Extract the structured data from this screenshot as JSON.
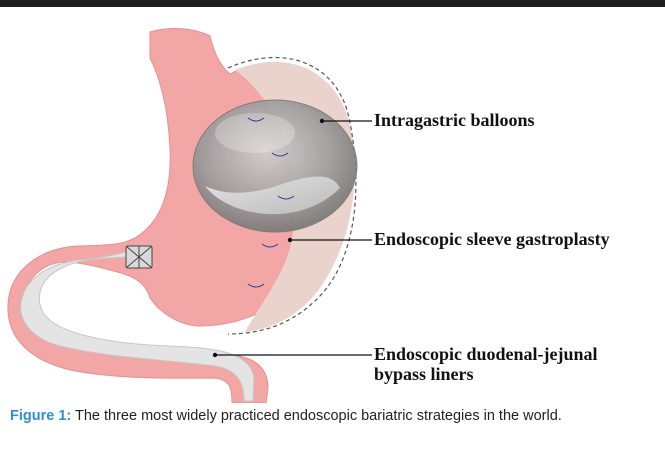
{
  "labels": {
    "balloons": "Intragastric balloons",
    "sleeve": "Endoscopic sleeve gastroplasty",
    "bypass_line1": "Endoscopic duodenal-jejunal",
    "bypass_line2": "bypass liners"
  },
  "caption": {
    "lead": "Figure 1:",
    "text": " The three most widely practiced endoscopic bariatric strategies in the world."
  },
  "colors": {
    "stomach": "#f2a7a6",
    "stomach_dark": "#e88f8e",
    "fundus_shade": "#e8c9c0",
    "balloon": "#a6a6a6",
    "liner": "#e4e4e4",
    "caption_accent": "#2f8fd2"
  }
}
